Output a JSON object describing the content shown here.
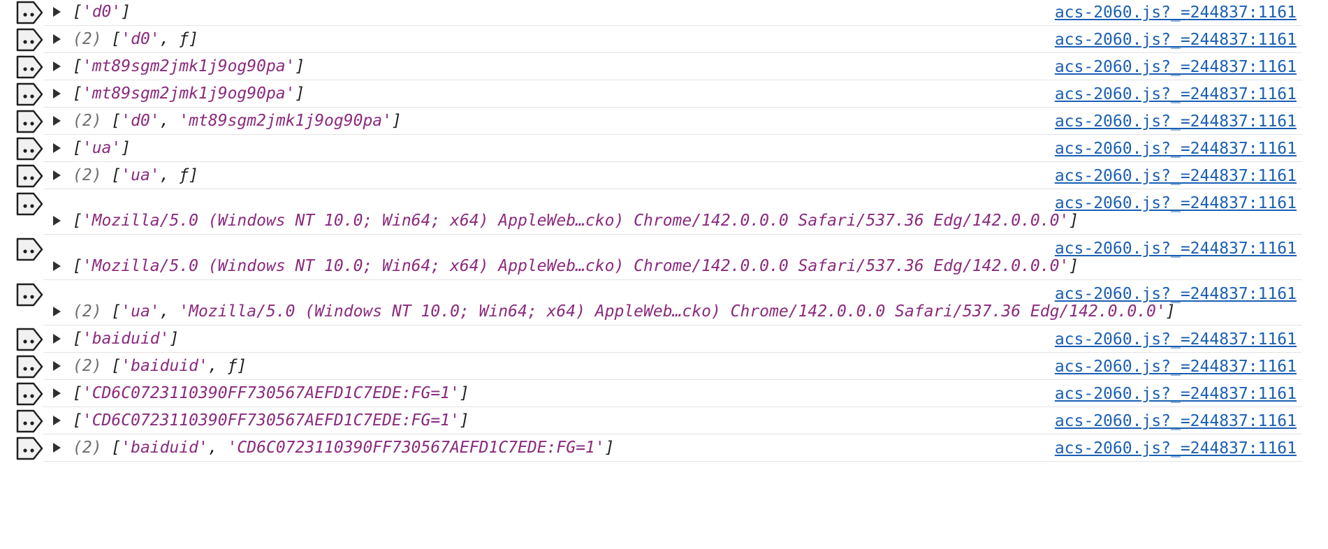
{
  "console": {
    "rows": [
      {
        "count": "",
        "open": "[",
        "parts": [
          {
            "t": "str",
            "v": "'d0'"
          }
        ],
        "close": "]",
        "source": "acs-2060.js?_=244837:1161",
        "wrap": false
      },
      {
        "count": "(2) ",
        "open": "[",
        "parts": [
          {
            "t": "str",
            "v": "'d0'"
          },
          {
            "t": "plain",
            "v": ", ƒ"
          }
        ],
        "close": "]",
        "source": "acs-2060.js?_=244837:1161",
        "wrap": false
      },
      {
        "count": "",
        "open": "[",
        "parts": [
          {
            "t": "str",
            "v": "'mt89sgm2jmk1j9og90pa'"
          }
        ],
        "close": "]",
        "source": "acs-2060.js?_=244837:1161",
        "wrap": false
      },
      {
        "count": "",
        "open": "[",
        "parts": [
          {
            "t": "str",
            "v": "'mt89sgm2jmk1j9og90pa'"
          }
        ],
        "close": "]",
        "source": "acs-2060.js?_=244837:1161",
        "wrap": false
      },
      {
        "count": "(2) ",
        "open": "[",
        "parts": [
          {
            "t": "str",
            "v": "'d0'"
          },
          {
            "t": "plain",
            "v": ", "
          },
          {
            "t": "str",
            "v": "'mt89sgm2jmk1j9og90pa'"
          }
        ],
        "close": "]",
        "source": "acs-2060.js?_=244837:1161",
        "wrap": false
      },
      {
        "count": "",
        "open": "[",
        "parts": [
          {
            "t": "str",
            "v": "'ua'"
          }
        ],
        "close": "]",
        "source": "acs-2060.js?_=244837:1161",
        "wrap": false
      },
      {
        "count": "(2) ",
        "open": "[",
        "parts": [
          {
            "t": "str",
            "v": "'ua'"
          },
          {
            "t": "plain",
            "v": ", ƒ"
          }
        ],
        "close": "]",
        "source": "acs-2060.js?_=244837:1161",
        "wrap": false
      },
      {
        "count": "",
        "open": "[",
        "parts": [
          {
            "t": "str",
            "v": "'Mozilla/5.0 (Windows NT 10.0; Win64; x64) AppleWeb…cko) Chrome/142.0.0.0 Safari/537.36 Edg/142.0.0.0'"
          }
        ],
        "close": "]",
        "source": "acs-2060.js?_=244837:1161",
        "wrap": true
      },
      {
        "count": "",
        "open": "[",
        "parts": [
          {
            "t": "str",
            "v": "'Mozilla/5.0 (Windows NT 10.0; Win64; x64) AppleWeb…cko) Chrome/142.0.0.0 Safari/537.36 Edg/142.0.0.0'"
          }
        ],
        "close": "]",
        "source": "acs-2060.js?_=244837:1161",
        "wrap": true
      },
      {
        "count": "(2) ",
        "open": "[",
        "parts": [
          {
            "t": "str",
            "v": "'ua'"
          },
          {
            "t": "plain",
            "v": ", "
          },
          {
            "t": "str",
            "v": "'Mozilla/5.0 (Windows NT 10.0; Win64; x64) AppleWeb…cko) Chrome/142.0.0.0 Safari/537.36 Edg/142.0.0.0'"
          }
        ],
        "close": "]",
        "source": "acs-2060.js?_=244837:1161",
        "wrap": true
      },
      {
        "count": "",
        "open": "[",
        "parts": [
          {
            "t": "str",
            "v": "'baiduid'"
          }
        ],
        "close": "]",
        "source": "acs-2060.js?_=244837:1161",
        "wrap": false
      },
      {
        "count": "(2) ",
        "open": "[",
        "parts": [
          {
            "t": "str",
            "v": "'baiduid'"
          },
          {
            "t": "plain",
            "v": ", ƒ"
          }
        ],
        "close": "]",
        "source": "acs-2060.js?_=244837:1161",
        "wrap": false
      },
      {
        "count": "",
        "open": "[",
        "parts": [
          {
            "t": "str",
            "v": "'CD6C0723110390FF730567AEFD1C7EDE:FG=1'"
          }
        ],
        "close": "]",
        "source": "acs-2060.js?_=244837:1161",
        "wrap": false
      },
      {
        "count": "",
        "open": "[",
        "parts": [
          {
            "t": "str",
            "v": "'CD6C0723110390FF730567AEFD1C7EDE:FG=1'"
          }
        ],
        "close": "]",
        "source": "acs-2060.js?_=244837:1161",
        "wrap": false
      },
      {
        "count": "(2) ",
        "open": "[",
        "parts": [
          {
            "t": "str",
            "v": "'baiduid'"
          },
          {
            "t": "plain",
            "v": ", "
          },
          {
            "t": "str",
            "v": "'CD6C0723110390FF730567AEFD1C7EDE:FG=1'"
          }
        ],
        "close": "]",
        "source": "acs-2060.js?_=244837:1161",
        "wrap": false
      }
    ]
  }
}
